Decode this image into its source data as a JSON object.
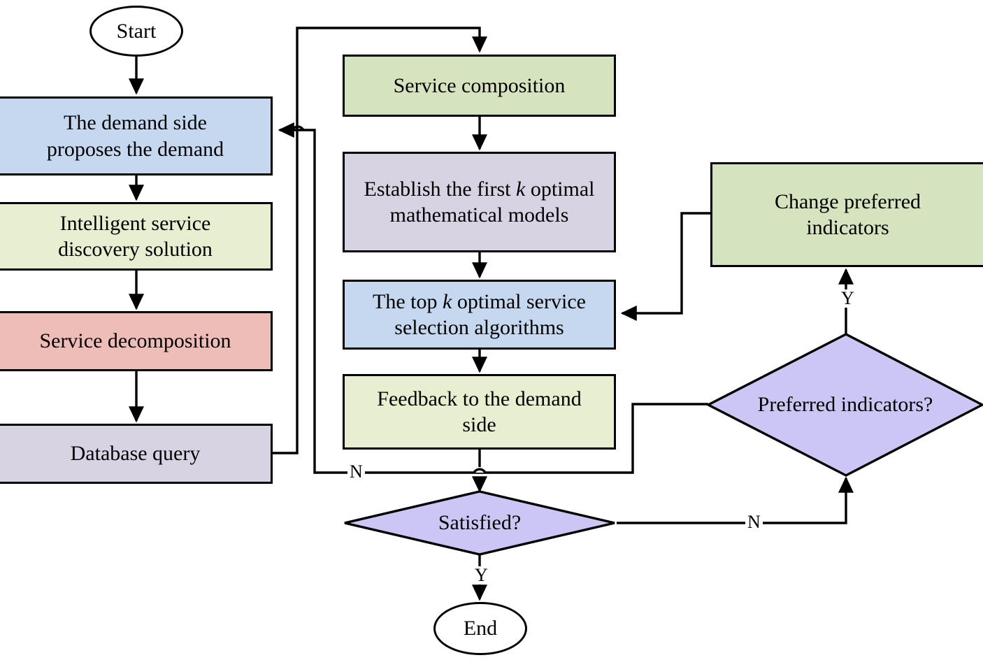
{
  "diagram": {
    "title": "Intelligent service discovery and selection flowchart",
    "type": "flowchart",
    "colors": {
      "blue": "#c5d8ef",
      "pale_green": "#e8eed0",
      "green": "#d5e3bf",
      "pink": "#eebdb8",
      "lavender_gray": "#d8d3e3",
      "purple": "#ccc6f5",
      "white": "#ffffff",
      "stroke": "#000000"
    },
    "nodes": {
      "start": {
        "label": "Start",
        "shape": "terminator",
        "fill": "#ffffff"
      },
      "demand_side": {
        "label": "The demand side proposes the demand",
        "line1": "The demand side",
        "line2": "proposes the demand",
        "shape": "process",
        "fill": "#c5d8ef"
      },
      "discovery": {
        "label": "Intelligent service discovery solution",
        "line1": "Intelligent service",
        "line2": "discovery solution",
        "shape": "process",
        "fill": "#e8eed0"
      },
      "decomposition": {
        "label": "Service decomposition",
        "line1": "Service decomposition",
        "shape": "process",
        "fill": "#eebdb8"
      },
      "database_query": {
        "label": "Database query",
        "line1": "Database query",
        "shape": "process",
        "fill": "#d8d3e3"
      },
      "composition": {
        "label": "Service composition",
        "line1": "Service composition",
        "shape": "process",
        "fill": "#d5e3bf"
      },
      "models": {
        "label": "Establish the first k optimal mathematical models",
        "pre": "Establish the first ",
        "italic": "k",
        "post": " optimal mathematical models",
        "shape": "process",
        "fill": "#d8d3e3"
      },
      "algorithms": {
        "label": "The top k optimal service selection algorithms",
        "pre": "The top ",
        "italic": "k",
        "post": " optimal service selection algorithms",
        "shape": "process",
        "fill": "#c5d8ef"
      },
      "feedback": {
        "label": "Feedback to the demand side",
        "line1": "Feedback to the demand",
        "line2": "side",
        "shape": "process",
        "fill": "#e8eed0"
      },
      "satisfied": {
        "label": "Satisfied?",
        "shape": "decision",
        "fill": "#ccc6f5"
      },
      "preferred_indicators": {
        "label": "Preferred indicators?",
        "line1": "Preferred",
        "line2": "indicators?",
        "shape": "decision",
        "fill": "#ccc6f5"
      },
      "change_indicators": {
        "label": "Change preferred indicators",
        "line1": "Change preferred",
        "line2": "indicators",
        "shape": "process",
        "fill": "#d5e3bf"
      },
      "end": {
        "label": "End",
        "shape": "terminator",
        "fill": "#ffffff"
      }
    },
    "edge_labels": {
      "satisfied_yes": "Y",
      "satisfied_no": "N",
      "preferred_yes": "Y",
      "preferred_no": "N"
    },
    "flow": [
      "Start -> The demand side proposes the demand",
      "The demand side proposes the demand -> Intelligent service discovery solution",
      "Intelligent service discovery solution -> Service decomposition",
      "Service decomposition -> Database query",
      "Database query -> Service composition",
      "Service composition -> Establish the first k optimal mathematical models",
      "Establish the first k optimal mathematical models -> The top k optimal service selection algorithms",
      "The top k optimal service selection algorithms -> Feedback to the demand side",
      "Feedback to the demand side -> Satisfied?",
      "Satisfied? -Y-> End",
      "Satisfied? -N-> Preferred indicators?",
      "Preferred indicators? -Y-> Change preferred indicators",
      "Preferred indicators? -N-> The demand side proposes the demand",
      "Change preferred indicators -> The top k optimal service selection algorithms"
    ]
  }
}
